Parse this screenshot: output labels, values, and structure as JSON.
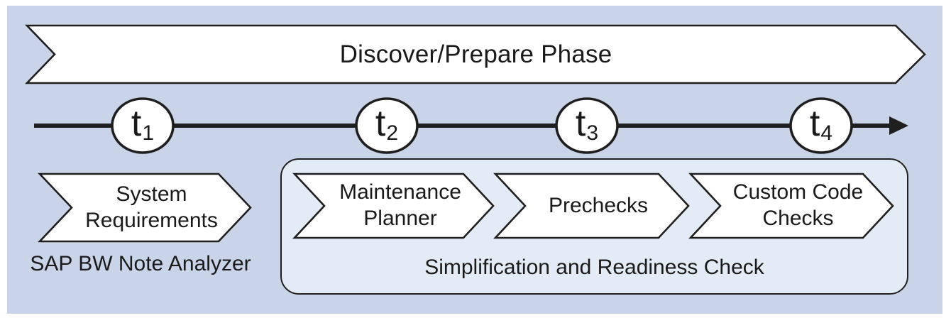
{
  "banner": {
    "title": "Discover/Prepare Phase"
  },
  "timeline": {
    "nodes": [
      {
        "label": "t",
        "sub": "1"
      },
      {
        "label": "t",
        "sub": "2"
      },
      {
        "label": "t",
        "sub": "3"
      },
      {
        "label": "t",
        "sub": "4"
      }
    ]
  },
  "standalone_tool": {
    "label": "System\nRequirements",
    "caption": "SAP BW Note Analyzer"
  },
  "group": {
    "caption": "Simplification and Readiness Check",
    "items": [
      {
        "label": "Maintenance\nPlanner"
      },
      {
        "label": "Prechecks"
      },
      {
        "label": "Custom Code\nChecks"
      }
    ]
  },
  "colors": {
    "panel_background": "#c9d4e9",
    "group_background": "#e3ecf6",
    "shape_fill": "#ffffff",
    "line_and_text": "#1f1f1f"
  }
}
